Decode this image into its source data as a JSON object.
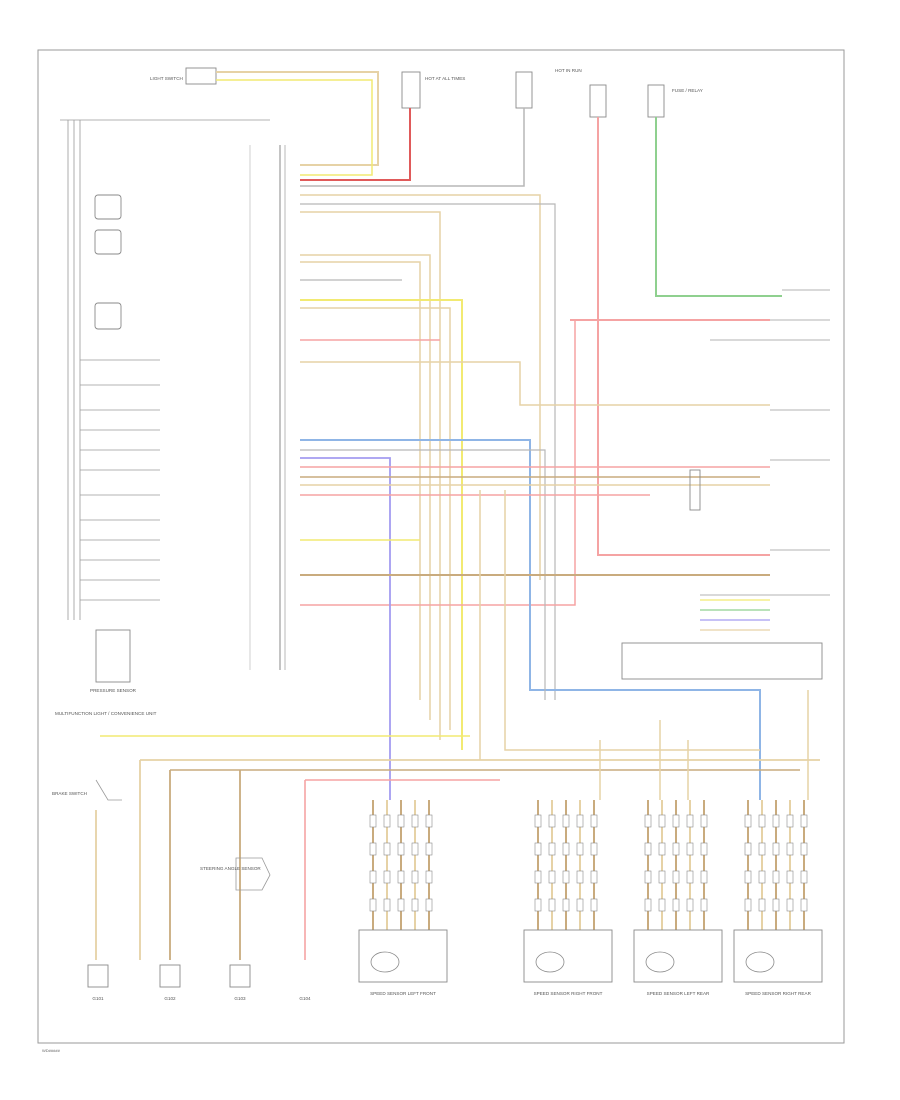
{
  "colors": {
    "red": "#f5a3a3",
    "red_dark": "#e05a5a",
    "yellow": "#f2ea72",
    "tan": "#e6d2a6",
    "green": "#8fd08f",
    "blue": "#8fb5e6",
    "violet": "#a49cf0",
    "brown": "#c9ab7e",
    "gray": "#b7b7b7",
    "frame": "#9a9a9a"
  },
  "labels": {
    "top_left_switch": "LIGHT SWITCH",
    "top_mid_fuse": "HOT AT ALL TIMES",
    "top_mid2_fuse": "HOT IN RUN",
    "top_right_fuse": "FUSE / RELAY",
    "module_main": "",
    "pressure_sensor": "PRESSURE SENSOR",
    "brake_switch": "BRAKE SWITCH",
    "steering_sensor": "STEERING ANGLE SENSOR",
    "yaw_sensor": "",
    "abs_note": "MULTIFUNCTION LIGHT / CONVENIENCE UNIT",
    "speed_sensor_lf": "SPEED SENSOR LEFT FRONT",
    "speed_sensor_rf": "SPEED SENSOR RIGHT FRONT",
    "speed_sensor_lr": "SPEED SENSOR LEFT REAR",
    "speed_sensor_rr": "SPEED SENSOR RIGHT REAR",
    "ground_1": "G101",
    "ground_2": "G102",
    "ground_3": "G103",
    "ground_4": "G104",
    "footer": "WD#####"
  }
}
